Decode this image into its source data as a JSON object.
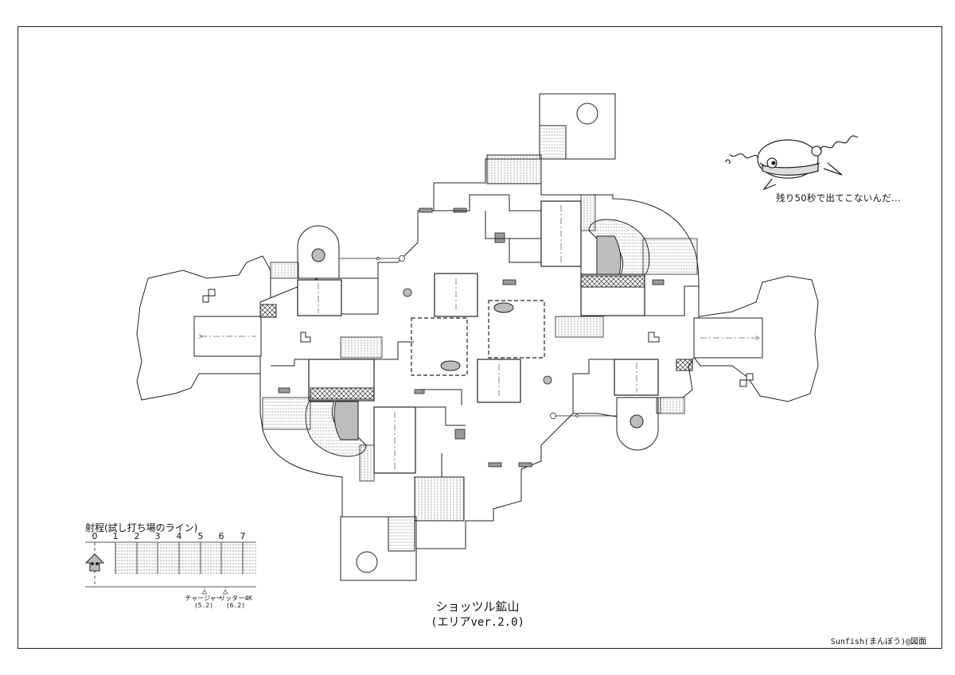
{
  "map": {
    "title": "ショッツル鉱山",
    "subtitle": "(エリアver.2.0)",
    "caption": "残り50秒で出てこないんだ...",
    "credit": "Sunfish(まんぼう)@図面"
  },
  "range_scale": {
    "title": "射程(試し打ち場のライン)",
    "ticks": [
      "0",
      "1",
      "2",
      "3",
      "4",
      "5",
      "6",
      "7"
    ],
    "weapons": [
      {
        "name": "チャージャー",
        "range": "(5.2)"
      },
      {
        "name": "リッター4K",
        "range": "(6.2)"
      }
    ]
  },
  "colors": {
    "line": "#222222",
    "fill_gray": "#bdbdbd",
    "background": "#ffffff"
  },
  "icons": [
    "squid-kid-icon",
    "sunfish-mascot-icon"
  ]
}
